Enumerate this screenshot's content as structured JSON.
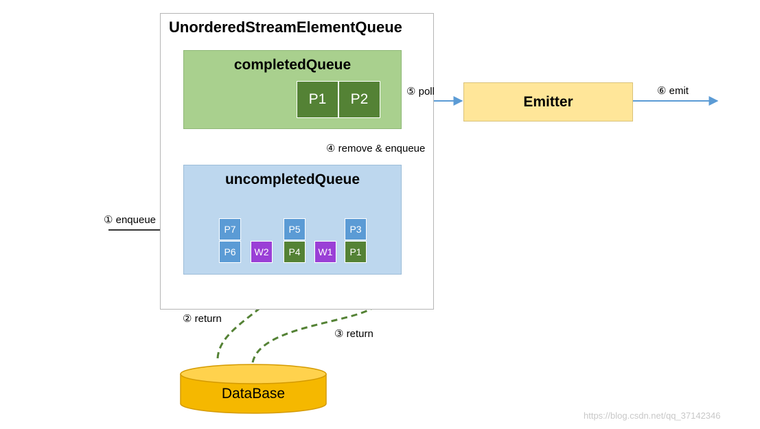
{
  "container": {
    "title": "UnorderedStreamElementQueue"
  },
  "completed_queue": {
    "title": "completedQueue",
    "items": [
      "P1",
      "P2"
    ]
  },
  "uncompleted_queue": {
    "title": "uncompletedQueue",
    "top_row": [
      "P7",
      "P5",
      "P3"
    ],
    "bottom_row": [
      "P6",
      "W2",
      "P4",
      "W1",
      "P1"
    ]
  },
  "emitter": {
    "label": "Emitter"
  },
  "database": {
    "label": "DataBase"
  },
  "steps": {
    "enqueue": "① enqueue",
    "return_1": "② return",
    "return_2": "③ return",
    "remove_enqueue": "④ remove & enqueue",
    "poll": "⑤ poll",
    "emit": "⑥ emit"
  },
  "watermark": "https://blog.csdn.net/qq_37142346",
  "colors": {
    "completed_bg": "#a9d08e",
    "uncompleted_bg": "#bdd7ee",
    "dark_green": "#548235",
    "blue": "#5b9bd5",
    "purple": "#9a3fd6",
    "emitter_bg": "#ffe699",
    "database": "#f5b800",
    "arrow_blue": "#5b9bd5"
  }
}
